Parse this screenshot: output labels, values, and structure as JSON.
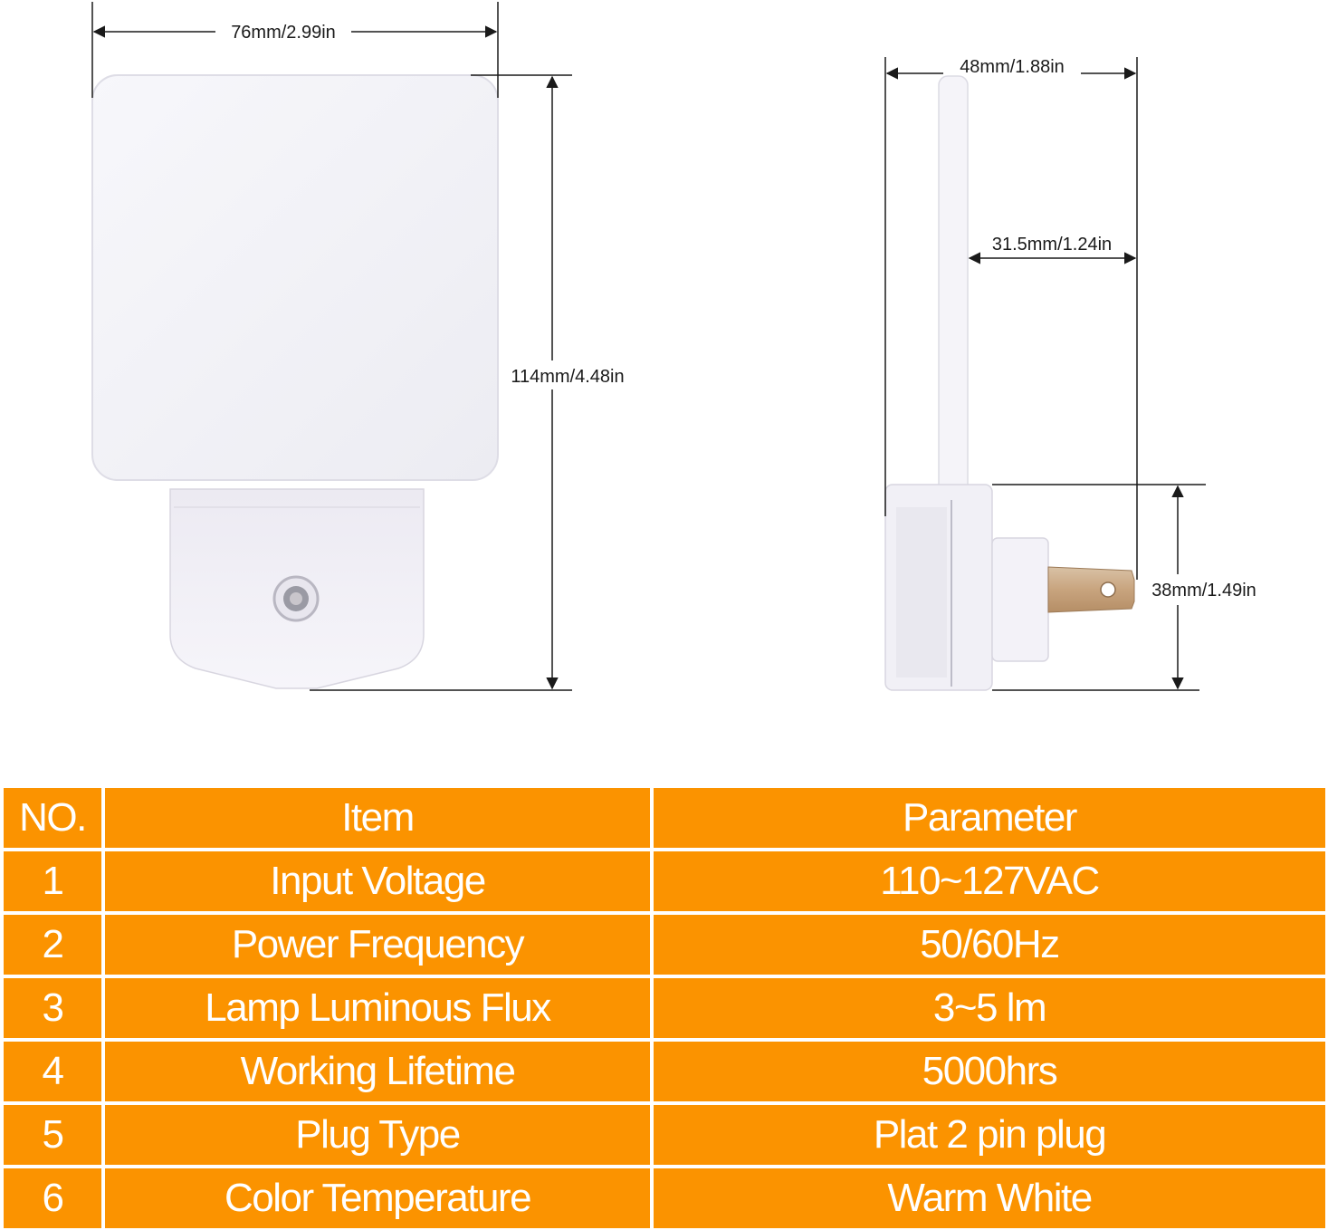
{
  "front_view": {
    "width_label": "76mm/2.99in",
    "height_label": "114mm/4.48in"
  },
  "side_view": {
    "depth_label": "48mm/1.88in",
    "plug_depth_label": "31.5mm/1.24in",
    "base_height_label": "38mm/1.49in"
  },
  "spec_table": {
    "headers": {
      "no": "NO.",
      "item": "Item",
      "parameter": "Parameter"
    },
    "rows": [
      {
        "no": "1",
        "item": "Input Voltage",
        "parameter": "110~127VAC"
      },
      {
        "no": "2",
        "item": "Power Frequency",
        "parameter": "50/60Hz"
      },
      {
        "no": "3",
        "item": "Lamp Luminous Flux",
        "parameter": "3~5 lm"
      },
      {
        "no": "4",
        "item": "Working Lifetime",
        "parameter": "5000hrs"
      },
      {
        "no": "5",
        "item": "Plug Type",
        "parameter": "Plat 2 pin plug"
      },
      {
        "no": "6",
        "item": "Color Temperature",
        "parameter": "Warm White"
      }
    ],
    "colors": {
      "fill": "#fb9300",
      "text": "#ffffff"
    }
  }
}
